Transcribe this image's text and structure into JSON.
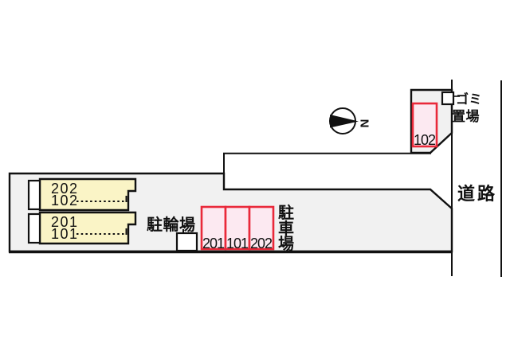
{
  "plan": {
    "road": {
      "label": "道路"
    },
    "garbage_area": {
      "label": "ゴミ置場",
      "line1": "ゴミ",
      "line2": "置場"
    },
    "compass": {
      "north": "N"
    },
    "building": {
      "units": [
        {
          "upper": "202",
          "lower": "102"
        },
        {
          "upper": "201",
          "lower": "101"
        }
      ]
    },
    "bicycle_parking": {
      "label": "駐輪場"
    },
    "parking": {
      "label": "駐車場",
      "label_chars": [
        "駐",
        "車",
        "場"
      ],
      "spaces": [
        "201",
        "101",
        "202"
      ],
      "detached_space": "102"
    },
    "colors": {
      "site_fill": "#f1f1f1",
      "unit_fill": "#faf4c6",
      "space_fill": "#fce9f1",
      "space_border": "#e9293a",
      "line": "#111111",
      "background": "#ffffff"
    }
  }
}
